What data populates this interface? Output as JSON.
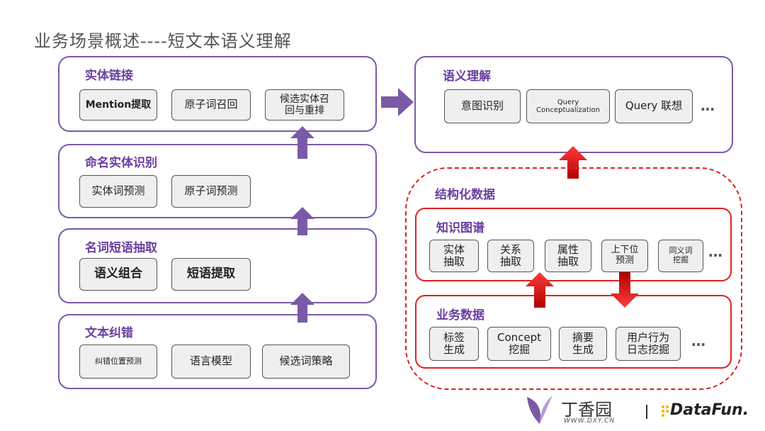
{
  "title": "业务场景概述----短文本语义理解",
  "left": {
    "entity_linking": {
      "title": "实体链接",
      "chips": [
        "Mention提取",
        "原子词召回",
        "候选实体召\n回与重排"
      ]
    },
    "ner": {
      "title": "命名实体识别",
      "chips": [
        "实体词预测",
        "原子词预测"
      ]
    },
    "noun_phrase": {
      "title": "名词短语抽取",
      "chips": [
        "语义组合",
        "短语提取"
      ]
    },
    "correction": {
      "title": "文本纠错",
      "chips": [
        "纠错位置预测",
        "语言模型",
        "候选词策略"
      ]
    }
  },
  "right": {
    "semantic": {
      "title": "语义理解",
      "chips": [
        "意图识别",
        "Query\nConceptualization",
        "Query 联想"
      ],
      "ellipsis": "…"
    },
    "structured": {
      "title": "结构化数据",
      "kg": {
        "title": "知识图谱",
        "chips": [
          "实体\n抽取",
          "关系\n抽取",
          "属性\n抽取",
          "上下位\n预测",
          "同义词\n挖掘"
        ],
        "ellipsis": "…"
      },
      "biz": {
        "title": "业务数据",
        "chips": [
          "标签\n生成",
          "Concept\n挖掘",
          "摘要\n生成",
          "用户行为\n日志挖掘"
        ],
        "ellipsis": "…"
      }
    }
  },
  "logos": {
    "dxy_name": "丁香园",
    "dxy_url": "WWW.DXY.CN",
    "datafun": "DataFun."
  },
  "colors": {
    "purple": "#7a5aa6",
    "red": "#e02020",
    "chip_bg": "#efefef"
  }
}
